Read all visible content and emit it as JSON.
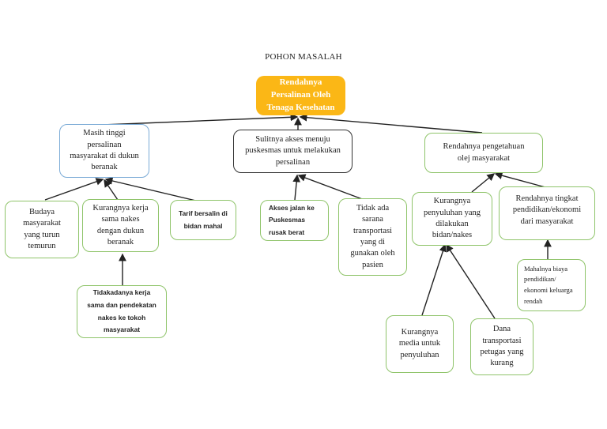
{
  "title": "POHON MASALAH",
  "root": {
    "label": "Rendahnya Persalinan Oleh Tenaga Kesehatan",
    "color": "#fbb716"
  },
  "causes": [
    {
      "label": "Masih tinggi persalinan masyarakat di dukun beranak",
      "sub": [
        {
          "label": "Budaya masyarakat yang turun temurun"
        },
        {
          "label": "Kurangnya kerja sama nakes dengan dukun beranak",
          "sub": [
            {
              "label": "Tidakadanya kerja sama dan pendekatan nakes ke tokoh masyarakat"
            }
          ]
        },
        {
          "label": "Tarif bersalin di bidan mahal"
        }
      ]
    },
    {
      "label": "Sulitnya akses menuju puskesmas untuk melakukan persalinan",
      "sub": [
        {
          "label": "Akses jalan ke Puskesmas rusak berat"
        },
        {
          "label": "Tidak ada sarana transportasi yang di gunakan oleh pasien"
        }
      ]
    },
    {
      "label": "Rendahnya pengetahuan olej masyarakat",
      "sub": [
        {
          "label": "Kurangnya penyuluhan yang dilakukan bidan/nakes",
          "sub": [
            {
              "label": "Kurangnya media untuk penyuluhan"
            },
            {
              "label": "Dana transportasi petugas yang kurang"
            }
          ]
        },
        {
          "label": "Rendahnya tingkat pendidikan/ekonomi dari masyarakat",
          "sub": [
            {
              "label": "Mahalnya biaya pendidikan/ ekonomi keluarga rendah"
            }
          ]
        }
      ]
    }
  ]
}
